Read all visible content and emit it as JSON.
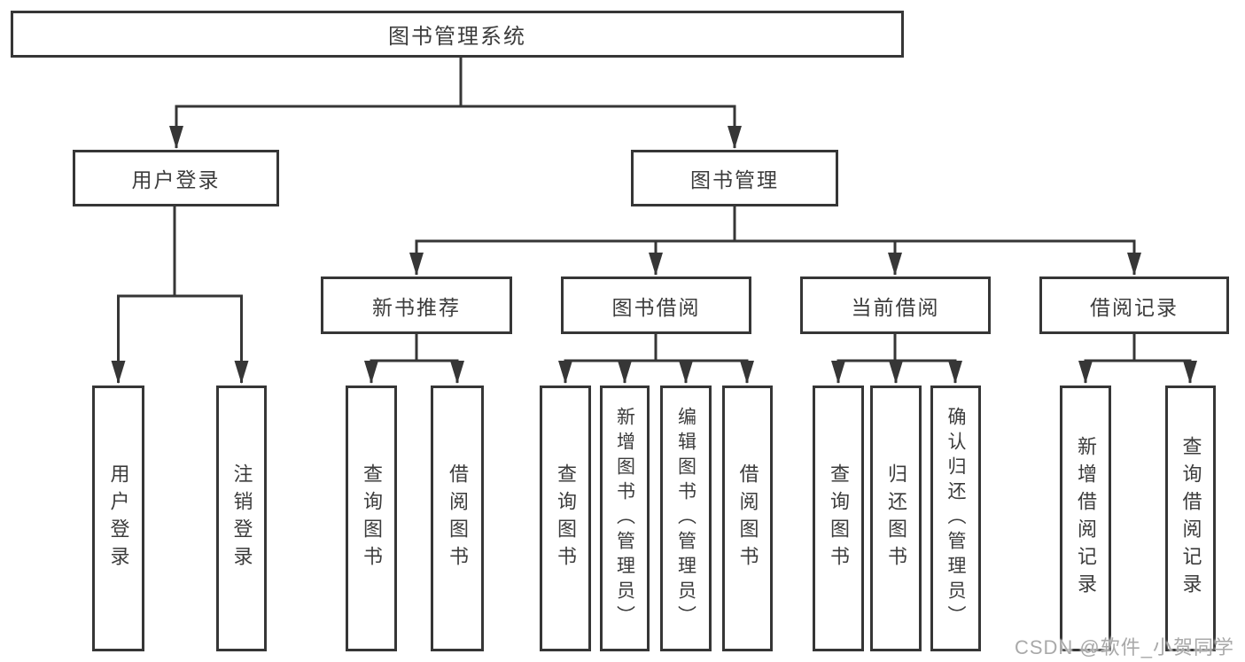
{
  "diagram": {
    "type": "hierarchy-tree",
    "root": {
      "label": "图书管理系统",
      "children": [
        {
          "label": "用户登录",
          "children": [
            {
              "label": "用户登录"
            },
            {
              "label": "注销登录"
            }
          ]
        },
        {
          "label": "图书管理",
          "children": [
            {
              "label": "新书推荐",
              "children": [
                {
                  "label": "查询图书"
                },
                {
                  "label": "借阅图书"
                }
              ]
            },
            {
              "label": "图书借阅",
              "children": [
                {
                  "label": "查询图书"
                },
                {
                  "label": "新增图书（管理员）"
                },
                {
                  "label": "编辑图书（管理员）"
                },
                {
                  "label": "借阅图书"
                }
              ]
            },
            {
              "label": "当前借阅",
              "children": [
                {
                  "label": "查询图书"
                },
                {
                  "label": "归还图书"
                },
                {
                  "label": "确认归还（管理员）"
                }
              ]
            },
            {
              "label": "借阅记录",
              "children": [
                {
                  "label": "新增借阅记录"
                },
                {
                  "label": "查询借阅记录"
                }
              ]
            }
          ]
        }
      ]
    }
  },
  "watermark": {
    "text": "CSDN @软件_小贺同学"
  },
  "colors": {
    "line": "#363636",
    "box_border": "#363636",
    "text": "#3c3c3c",
    "background": "#ffffff",
    "watermark": "#a9a9a9"
  }
}
